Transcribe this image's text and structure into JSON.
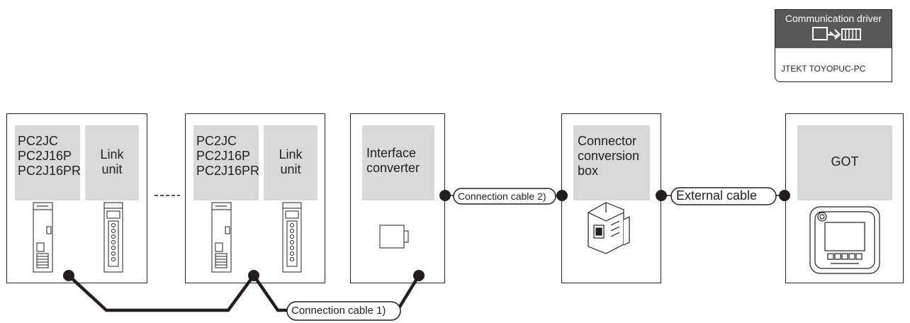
{
  "driver": {
    "title": "Communication driver",
    "name": "JTEKT TOYOPUC-PC",
    "icon": "pc-to-plc-icon"
  },
  "plc_group_1": {
    "models": "PC2JC\nPC2J16P\nPC2J16PR",
    "link_unit": "Link\nunit"
  },
  "plc_group_2": {
    "models": "PC2JC\nPC2J16P\nPC2J16PR",
    "link_unit": "Link\nunit"
  },
  "interface_converter": {
    "label": "Interface\nconverter"
  },
  "connector_box": {
    "label": "Connector\nconversion\nbox"
  },
  "got": {
    "label": "GOT"
  },
  "cables": {
    "cable_1": "Connection cable 1)",
    "cable_2": "Connection cable 2)",
    "external": "External cable"
  },
  "colors": {
    "line": "#231f20",
    "panel": "#d9d9d9",
    "header": "#595757"
  }
}
